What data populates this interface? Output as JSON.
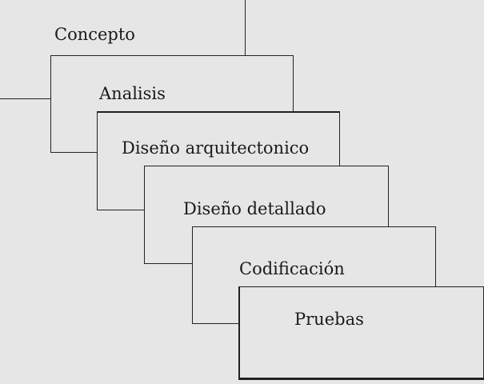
{
  "stages": [
    {
      "label": "Concepto"
    },
    {
      "label": "Analisis"
    },
    {
      "label": "Diseño arquitectonico"
    },
    {
      "label": "Diseño detallado"
    },
    {
      "label": "Codificación"
    },
    {
      "label": "Pruebas"
    }
  ]
}
